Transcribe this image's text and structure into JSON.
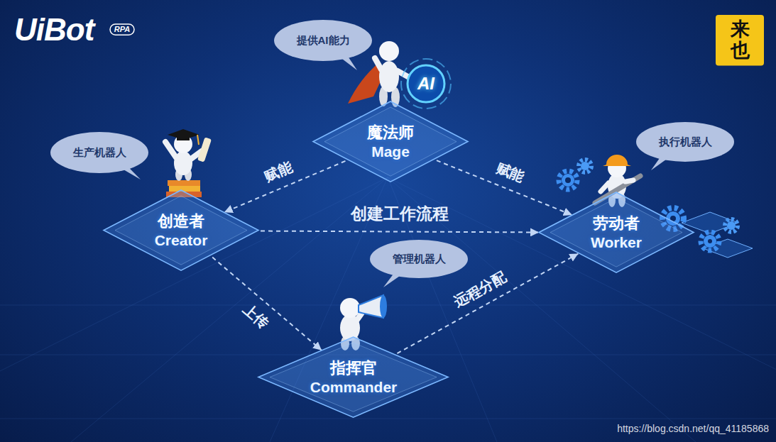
{
  "diagram": {
    "nodes": [
      {
        "text": [
          "RPA"
        ]
      },
      {
        "text": [
          "提供AI能力"
        ]
      },
      {
        "text": [
          "来也"
        ]
      },
      {
        "text": [
          "生产机器人"
        ]
      },
      {
        "text": [
          "魔法师",
          "Mage"
        ]
      },
      {
        "text": [
          "执行机器人"
        ]
      },
      {
        "text": [
          "创造者",
          "Creator"
        ]
      },
      {
        "text": [
          "劳动者",
          "Worker"
        ]
      },
      {
        "text": [
          "管理机器人"
        ]
      },
      {
        "text": [
          "指挥官",
          "Commander"
        ]
      }
    ],
    "edges": [
      {
        "from": 4,
        "to": 6,
        "label": "赋能",
        "arrow": "to"
      },
      {
        "from": 4,
        "to": 7,
        "label": "赋能",
        "arrow": "to"
      },
      {
        "from": 6,
        "to": 7,
        "label": "创建工作流程",
        "arrow": "to"
      },
      {
        "from": 6,
        "to": 9,
        "label": "上传",
        "arrow": "to"
      },
      {
        "from": 9,
        "to": 7,
        "label": "远程分配",
        "arrow": "to"
      }
    ],
    "labels": [
      "UiBot",
      "AI",
      "https://blog.csdn.net/qq_41185868"
    ]
  }
}
